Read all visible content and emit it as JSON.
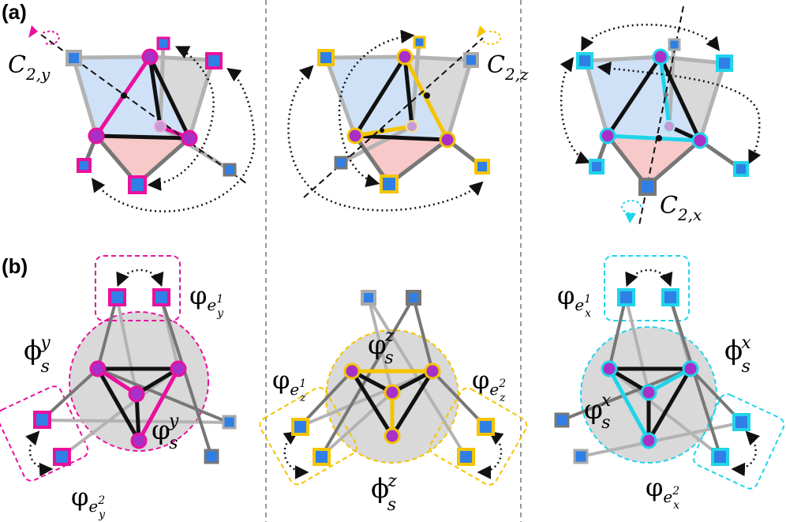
{
  "panels": {
    "a": {
      "label": "(a)"
    },
    "b": {
      "label": "(b)"
    }
  },
  "axes": {
    "y": {
      "base": "C",
      "sub": "2,y"
    },
    "z": {
      "base": "C",
      "sub": "2,z"
    },
    "x": {
      "base": "C",
      "sub": "2,x"
    }
  },
  "phi_labels": {
    "y": {
      "base": "ϕ",
      "sub": "s",
      "sup": "y"
    },
    "z": {
      "base": "ϕ",
      "sub": "s",
      "sup": "z"
    },
    "x": {
      "base": "ϕ",
      "sub": "s",
      "sup": "x"
    }
  },
  "varphi_s_labels": {
    "y": {
      "base": "φ",
      "sub": "s",
      "sup": "y"
    },
    "z": {
      "base": "φ",
      "sub": "s",
      "sup": "z"
    },
    "x": {
      "base": "φ",
      "sub": "s",
      "sup": "x"
    }
  },
  "varphi_e_labels": {
    "y1": {
      "base": "φ",
      "sub": "e",
      "subsub": "y",
      "subsup": "1"
    },
    "y2": {
      "base": "φ",
      "sub": "e",
      "subsub": "y",
      "subsup": "2"
    },
    "z1": {
      "base": "φ",
      "sub": "e",
      "subsub": "z",
      "subsup": "1"
    },
    "z2": {
      "base": "φ",
      "sub": "e",
      "subsub": "z",
      "subsup": "2"
    },
    "x1": {
      "base": "φ",
      "sub": "e",
      "subsub": "x",
      "subsup": "1"
    },
    "x2": {
      "base": "φ",
      "sub": "e",
      "subsub": "x",
      "subsup": "2"
    }
  },
  "colors": {
    "y": "#e8119e",
    "z": "#f5c400",
    "x": "#1fd4ea",
    "site_fill": "#a830c8",
    "square_fill": "#2f7fe6",
    "blue_face": "#cfe1f7",
    "red_face": "#f7c9c9",
    "gray_face": "#d9d9d9",
    "edge_dark": "#111111",
    "edge_mid": "#777777",
    "edge_light": "#b3b3b3",
    "divider": "#999999"
  }
}
